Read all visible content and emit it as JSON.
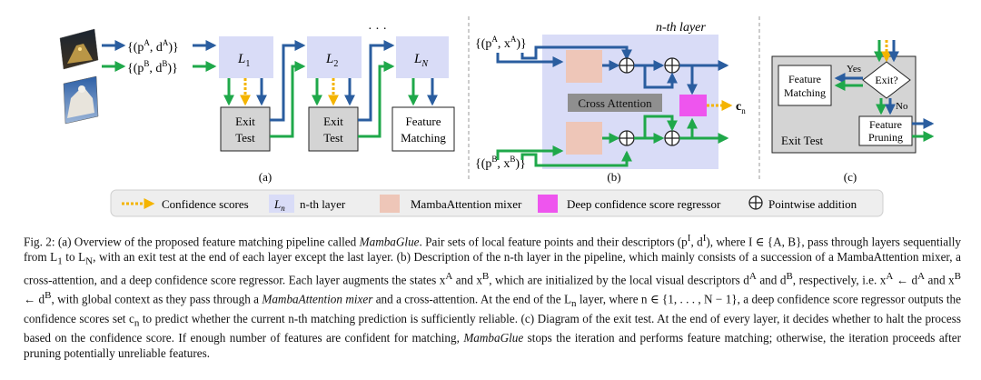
{
  "panel_a": {
    "input_a": "{(p",
    "input_a_sup": "A",
    "input_a_mid": ", d",
    "input_a_sup2": "A",
    "input_a_end": ")}",
    "input_b": "{(p",
    "input_b_sup": "B",
    "input_b_mid": ", d",
    "input_b_sup2": "B",
    "input_b_end": ")}",
    "layer1": "L",
    "layer1_sub": "1",
    "layer2": "L",
    "layer2_sub": "2",
    "layerN": "L",
    "layerN_sub": "N",
    "dots": "· · ·",
    "exit_test_1_line1": "Exit",
    "exit_test_1_line2": "Test",
    "exit_test_2_line1": "Exit",
    "exit_test_2_line2": "Test",
    "feature_matching_line1": "Feature",
    "feature_matching_line2": "Matching",
    "label": "(a)"
  },
  "panel_b": {
    "title": "n-th layer",
    "input_a": "{(p",
    "input_a_sup": "A",
    "input_a_mid": ", x",
    "input_a_sup2": "A",
    "input_a_end": ")}",
    "input_b": "{(p",
    "input_b_sup": "B",
    "input_b_mid": ", x",
    "input_b_sup2": "B",
    "input_b_end": ")}",
    "cross_attention": "Cross Attention",
    "output": "c",
    "output_sub": "n",
    "label": "(b)"
  },
  "panel_c": {
    "feature_matching_line1": "Feature",
    "feature_matching_line2": "Matching",
    "exit": "Exit?",
    "yes": "Yes",
    "no": "No",
    "feature_pruning_line1": "Feature",
    "feature_pruning_line2": "Pruning",
    "exit_test": "Exit Test",
    "label": "(c)"
  },
  "legend": {
    "confidence_scores": "Confidence scores",
    "ln_symbol": "L",
    "ln_sub": "n",
    "nth_layer": "n-th layer",
    "mamba_attention_mixer": "MambaAttention mixer",
    "deep_confidence_regressor": "Deep confidence score regressor",
    "pointwise_addition": "Pointwise addition"
  },
  "colors": {
    "blue_arrow": "#2a5d9f",
    "green_arrow": "#1fa84a",
    "yellow_arrow": "#f4b400",
    "layer_fill": "#d9dcf7",
    "mamba_fill": "#eec6b8",
    "regressor_fill": "#ee55ee",
    "exit_fill": "#d4d4d4",
    "cross_attention_fill": "#8f8f8f"
  },
  "caption": {
    "p1": "Fig. 2:  (a) Overview of the proposed feature matching pipeline called ",
    "p1_em": "MambaGlue",
    "p2": ". Pair sets of local feature points and their descriptors (p",
    "p2_sup": "I",
    "p2b": ", d",
    "p2b_sup": "I",
    "p2c": "), where I ∈ {A, B}, pass through layers sequentially from L",
    "p2c_sub": "1",
    "p2d": " to L",
    "p2d_sub": "N",
    "p3": ", with an exit test at the end of each layer except the last layer. (b) Description of the n-th layer in the pipeline, which mainly consists of a succession of a MambaAttention mixer, a cross-attention, and a deep confidence score regressor. Each layer augments the states x",
    "p3_sup": "A",
    "p4": " and x",
    "p4_sup": "B",
    "p5": ", which are initialized by the local visual descriptors d",
    "p5_sup": "A",
    "p6": " and d",
    "p6_sup": "B",
    "p7": ", respectively, i.e. x",
    "p7_sup": "A",
    "p7b": " ← d",
    "p7b_sup": "A",
    "p7c": " and x",
    "p7c_sup": "B",
    "p7d": " ← d",
    "p7d_sup": "B",
    "p8": ", with global context as they pass through a ",
    "p8_em": "MambaAttention mixer",
    "p9": " and a cross-attention. At the end of the L",
    "p9_sub": "n",
    "p10": " layer, where n ∈ {1, . . . , N − 1}, a deep confidence score regressor outputs the confidence scores set c",
    "p10_sub": "n",
    "p11": " to predict whether the current n-th matching prediction is sufficiently reliable. (c) Diagram of the exit test. At the end of every layer, it decides whether to halt the process based on the confidence score. If enough number of features are confident for matching, ",
    "p11_em": "MambaGlue",
    "p12": " stops the iteration and performs feature matching; otherwise, the iteration proceeds after pruning potentially unreliable features."
  }
}
